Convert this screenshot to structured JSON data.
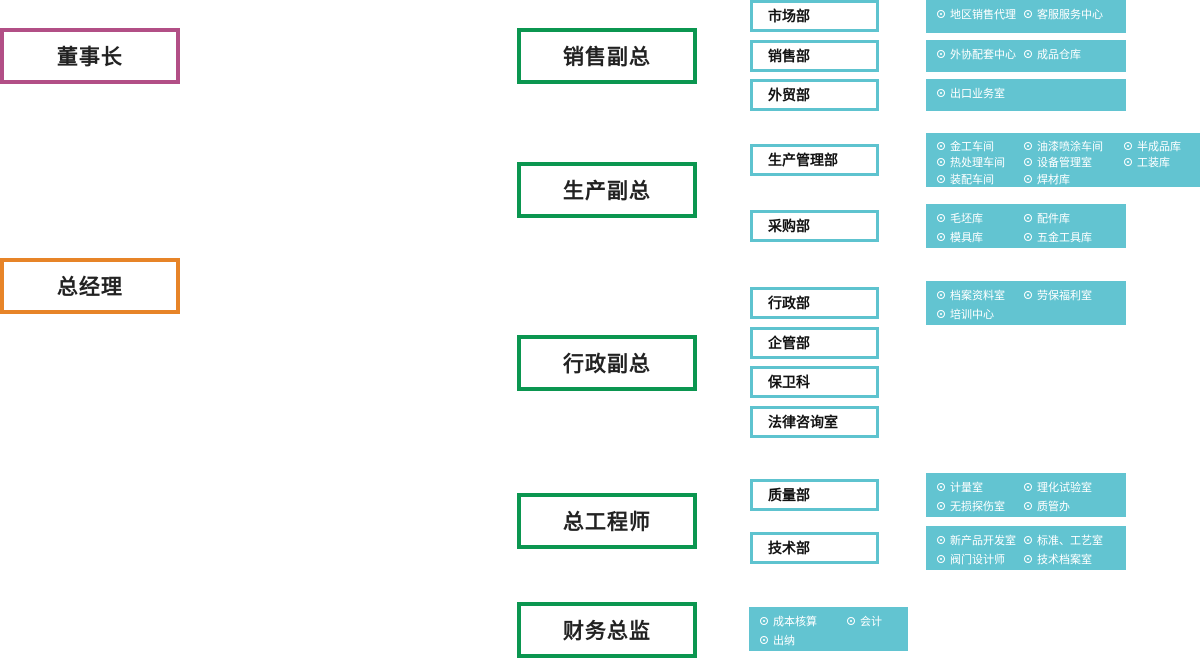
{
  "top": {
    "chairman": "董事长",
    "general_manager": "总经理"
  },
  "vps": {
    "sales": {
      "title": "销售副总",
      "depts": [
        "市场部",
        "销售部",
        "外贸部"
      ],
      "subs": [
        [
          "地区销售代理",
          "客服服务中心"
        ],
        [
          "外协配套中心",
          "成品仓库"
        ],
        [
          "出口业务室"
        ]
      ]
    },
    "production": {
      "title": "生产副总",
      "depts": [
        "生产管理部",
        "采购部"
      ],
      "subs": [
        [
          "金工车间",
          "油漆喷涂车间",
          "半成品库",
          "热处理车间",
          "设备管理室",
          "工装库",
          "装配车间",
          "焊材库"
        ],
        [
          "毛坯库",
          "配件库",
          "模具库",
          "五金工具库"
        ]
      ]
    },
    "admin": {
      "title": "行政副总",
      "depts": [
        "行政部",
        "企管部",
        "保卫科",
        "法律咨询室"
      ],
      "subs": [
        [
          "档案资料室",
          "劳保福利室",
          "培训中心"
        ]
      ]
    },
    "engineer": {
      "title": "总工程师",
      "depts": [
        "质量部",
        "技术部"
      ],
      "subs": [
        [
          "计量室",
          "理化试验室",
          "无损探伤室",
          "质管办"
        ],
        [
          "新产品开发室",
          "标准、工艺室",
          "阀门设计师",
          "技术档案室"
        ]
      ]
    },
    "finance": {
      "title": "财务总监",
      "subs": [
        [
          "成本核算",
          "会计",
          "出纳"
        ]
      ]
    }
  }
}
